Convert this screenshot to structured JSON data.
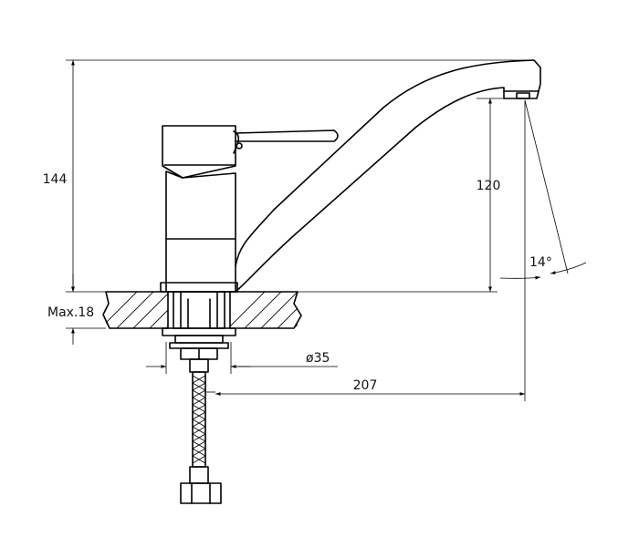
{
  "drawing": {
    "dimensions": {
      "height_total": "144",
      "spout_height": "120",
      "max_thickness": "Max.18",
      "diameter": "ø35",
      "reach": "207",
      "angle": "14°"
    },
    "colors": {
      "line": "#000000",
      "background": "#ffffff"
    }
  }
}
